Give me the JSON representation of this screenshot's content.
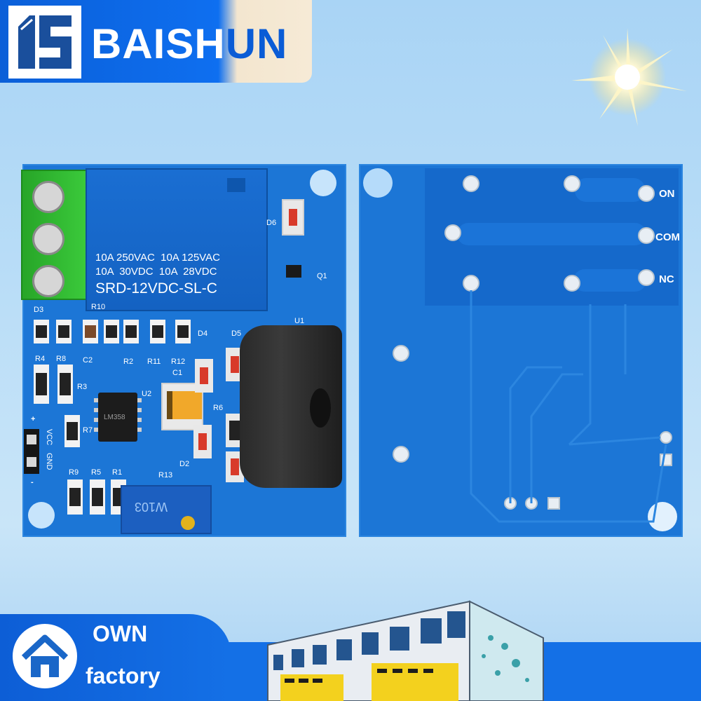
{
  "brand": {
    "name_head": "BAISH",
    "name_tail": "UN"
  },
  "relay": {
    "line1": "10A 250VAC  10A 125VAC",
    "line2": "10A  30VDC  10A  28VDC",
    "model": "SRD-12VDC-SL-C"
  },
  "silkscreen": {
    "d3": "D3",
    "r10": "R10",
    "d4": "D4",
    "d5": "D5",
    "d6": "D6",
    "q1": "Q1",
    "u1": "U1",
    "u2": "U2",
    "r4": "R4",
    "r8": "R8",
    "c2": "C2",
    "r2": "R2",
    "r11": "R11",
    "r12": "R12",
    "c1": "C1",
    "r3": "R3",
    "r7": "R7",
    "r6": "R6",
    "d2": "D2",
    "r9": "R9",
    "r5": "R5",
    "r1": "R1",
    "r13": "R13",
    "vcc": "VCC",
    "gnd": "GND",
    "plus": "+",
    "minus": "-",
    "chip": "LM358",
    "pot": "W103"
  },
  "back_labels": {
    "on": "ON",
    "com": "COM",
    "nc": "NC"
  },
  "footer": {
    "line1": "OWN",
    "line2": "factory"
  },
  "colors": {
    "board": "#1c76d6",
    "relay": "#1565c8",
    "terminal": "#2fbb2f",
    "brand_blue": "#0b5fd8"
  }
}
